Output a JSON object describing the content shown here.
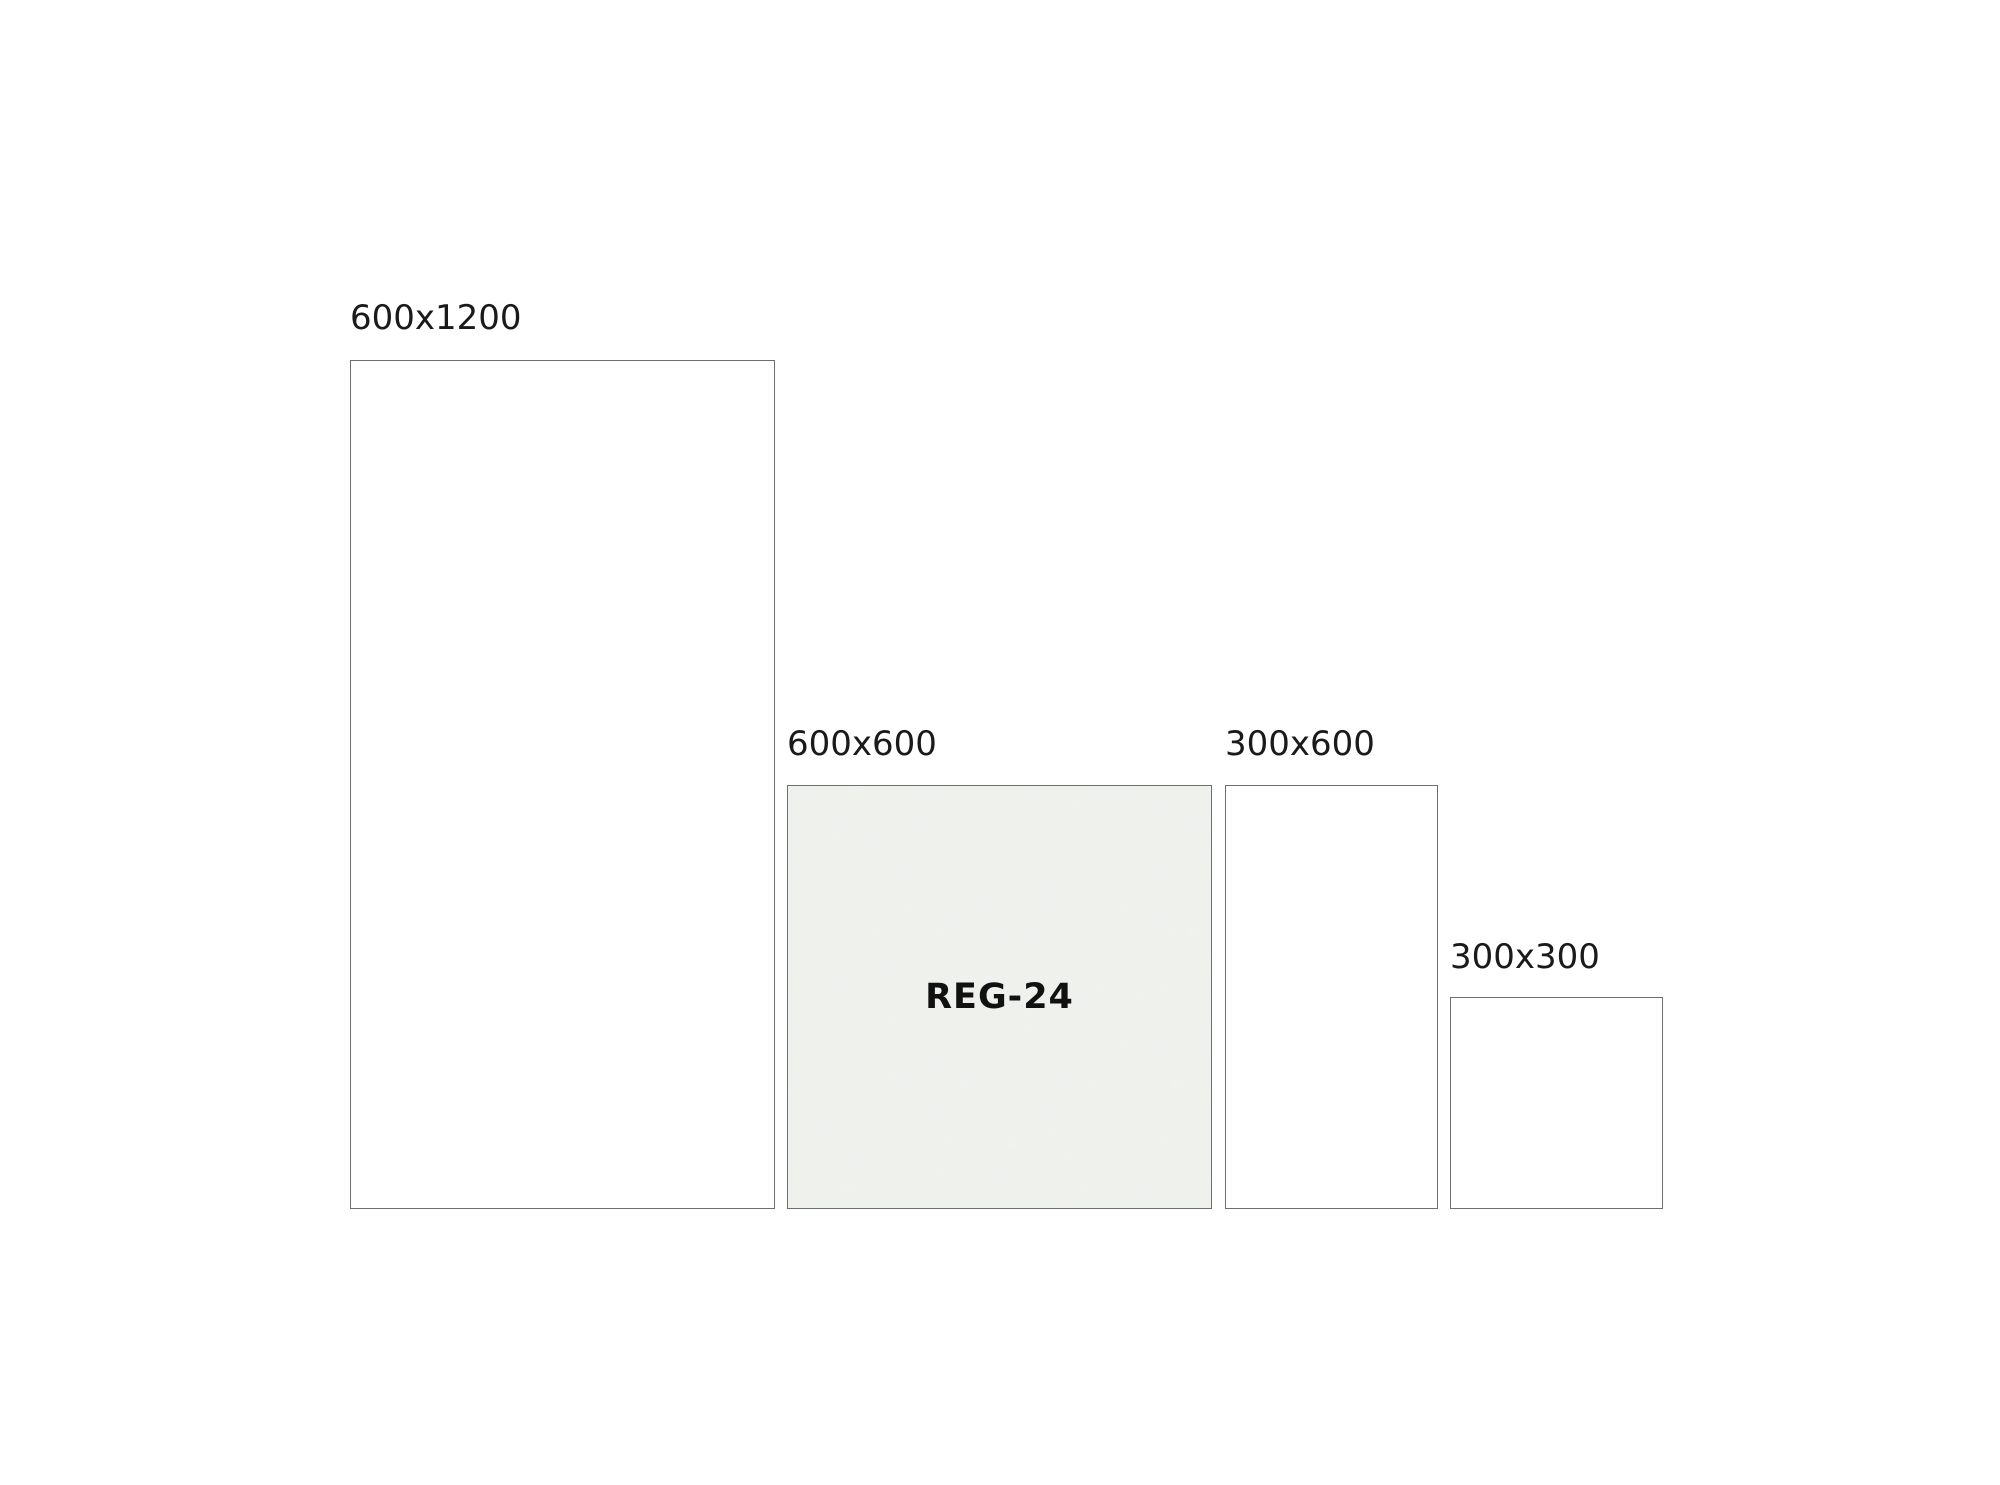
{
  "tiles": [
    {
      "size_label": "600x1200"
    },
    {
      "size_label": "600x600",
      "code": "REG-24",
      "surface_color": "#e9ebe8"
    },
    {
      "size_label": "300x600"
    },
    {
      "size_label": "300x300"
    }
  ],
  "colors": {
    "background": "#ffffff",
    "outline": "#6f6f6f",
    "text": "#1a1a1a"
  }
}
